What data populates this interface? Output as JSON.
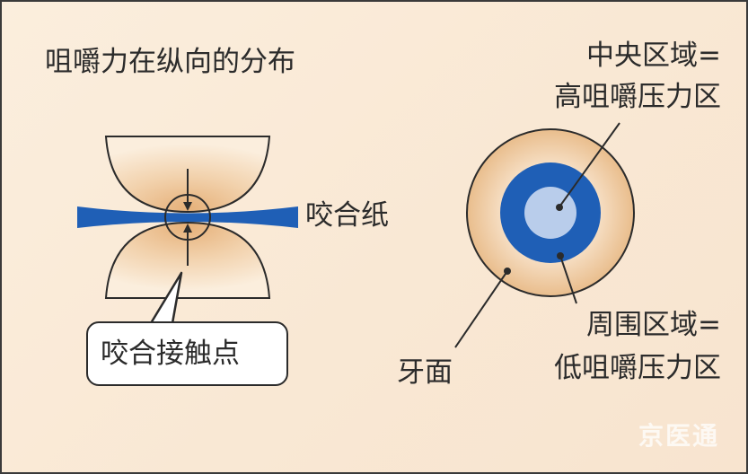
{
  "title": "咀嚼力在纵向的分布",
  "labels": {
    "bite_paper": "咬合纸",
    "contact_point": "咬合接触点",
    "center_zone_line1": "中央区域=",
    "center_zone_line2": "高咀嚼压力区",
    "tooth_surface": "牙面",
    "outer_zone_line1": "周围区域=",
    "outer_zone_line2": "低咀嚼压力区"
  },
  "watermark": "京医通",
  "colors": {
    "background": "#fbeedd",
    "tooth_tan": "#e9bd8c",
    "paper_blue": "#1f5fb6",
    "center_light_blue": "#b9cdeb",
    "outline": "#2b2b2b"
  }
}
